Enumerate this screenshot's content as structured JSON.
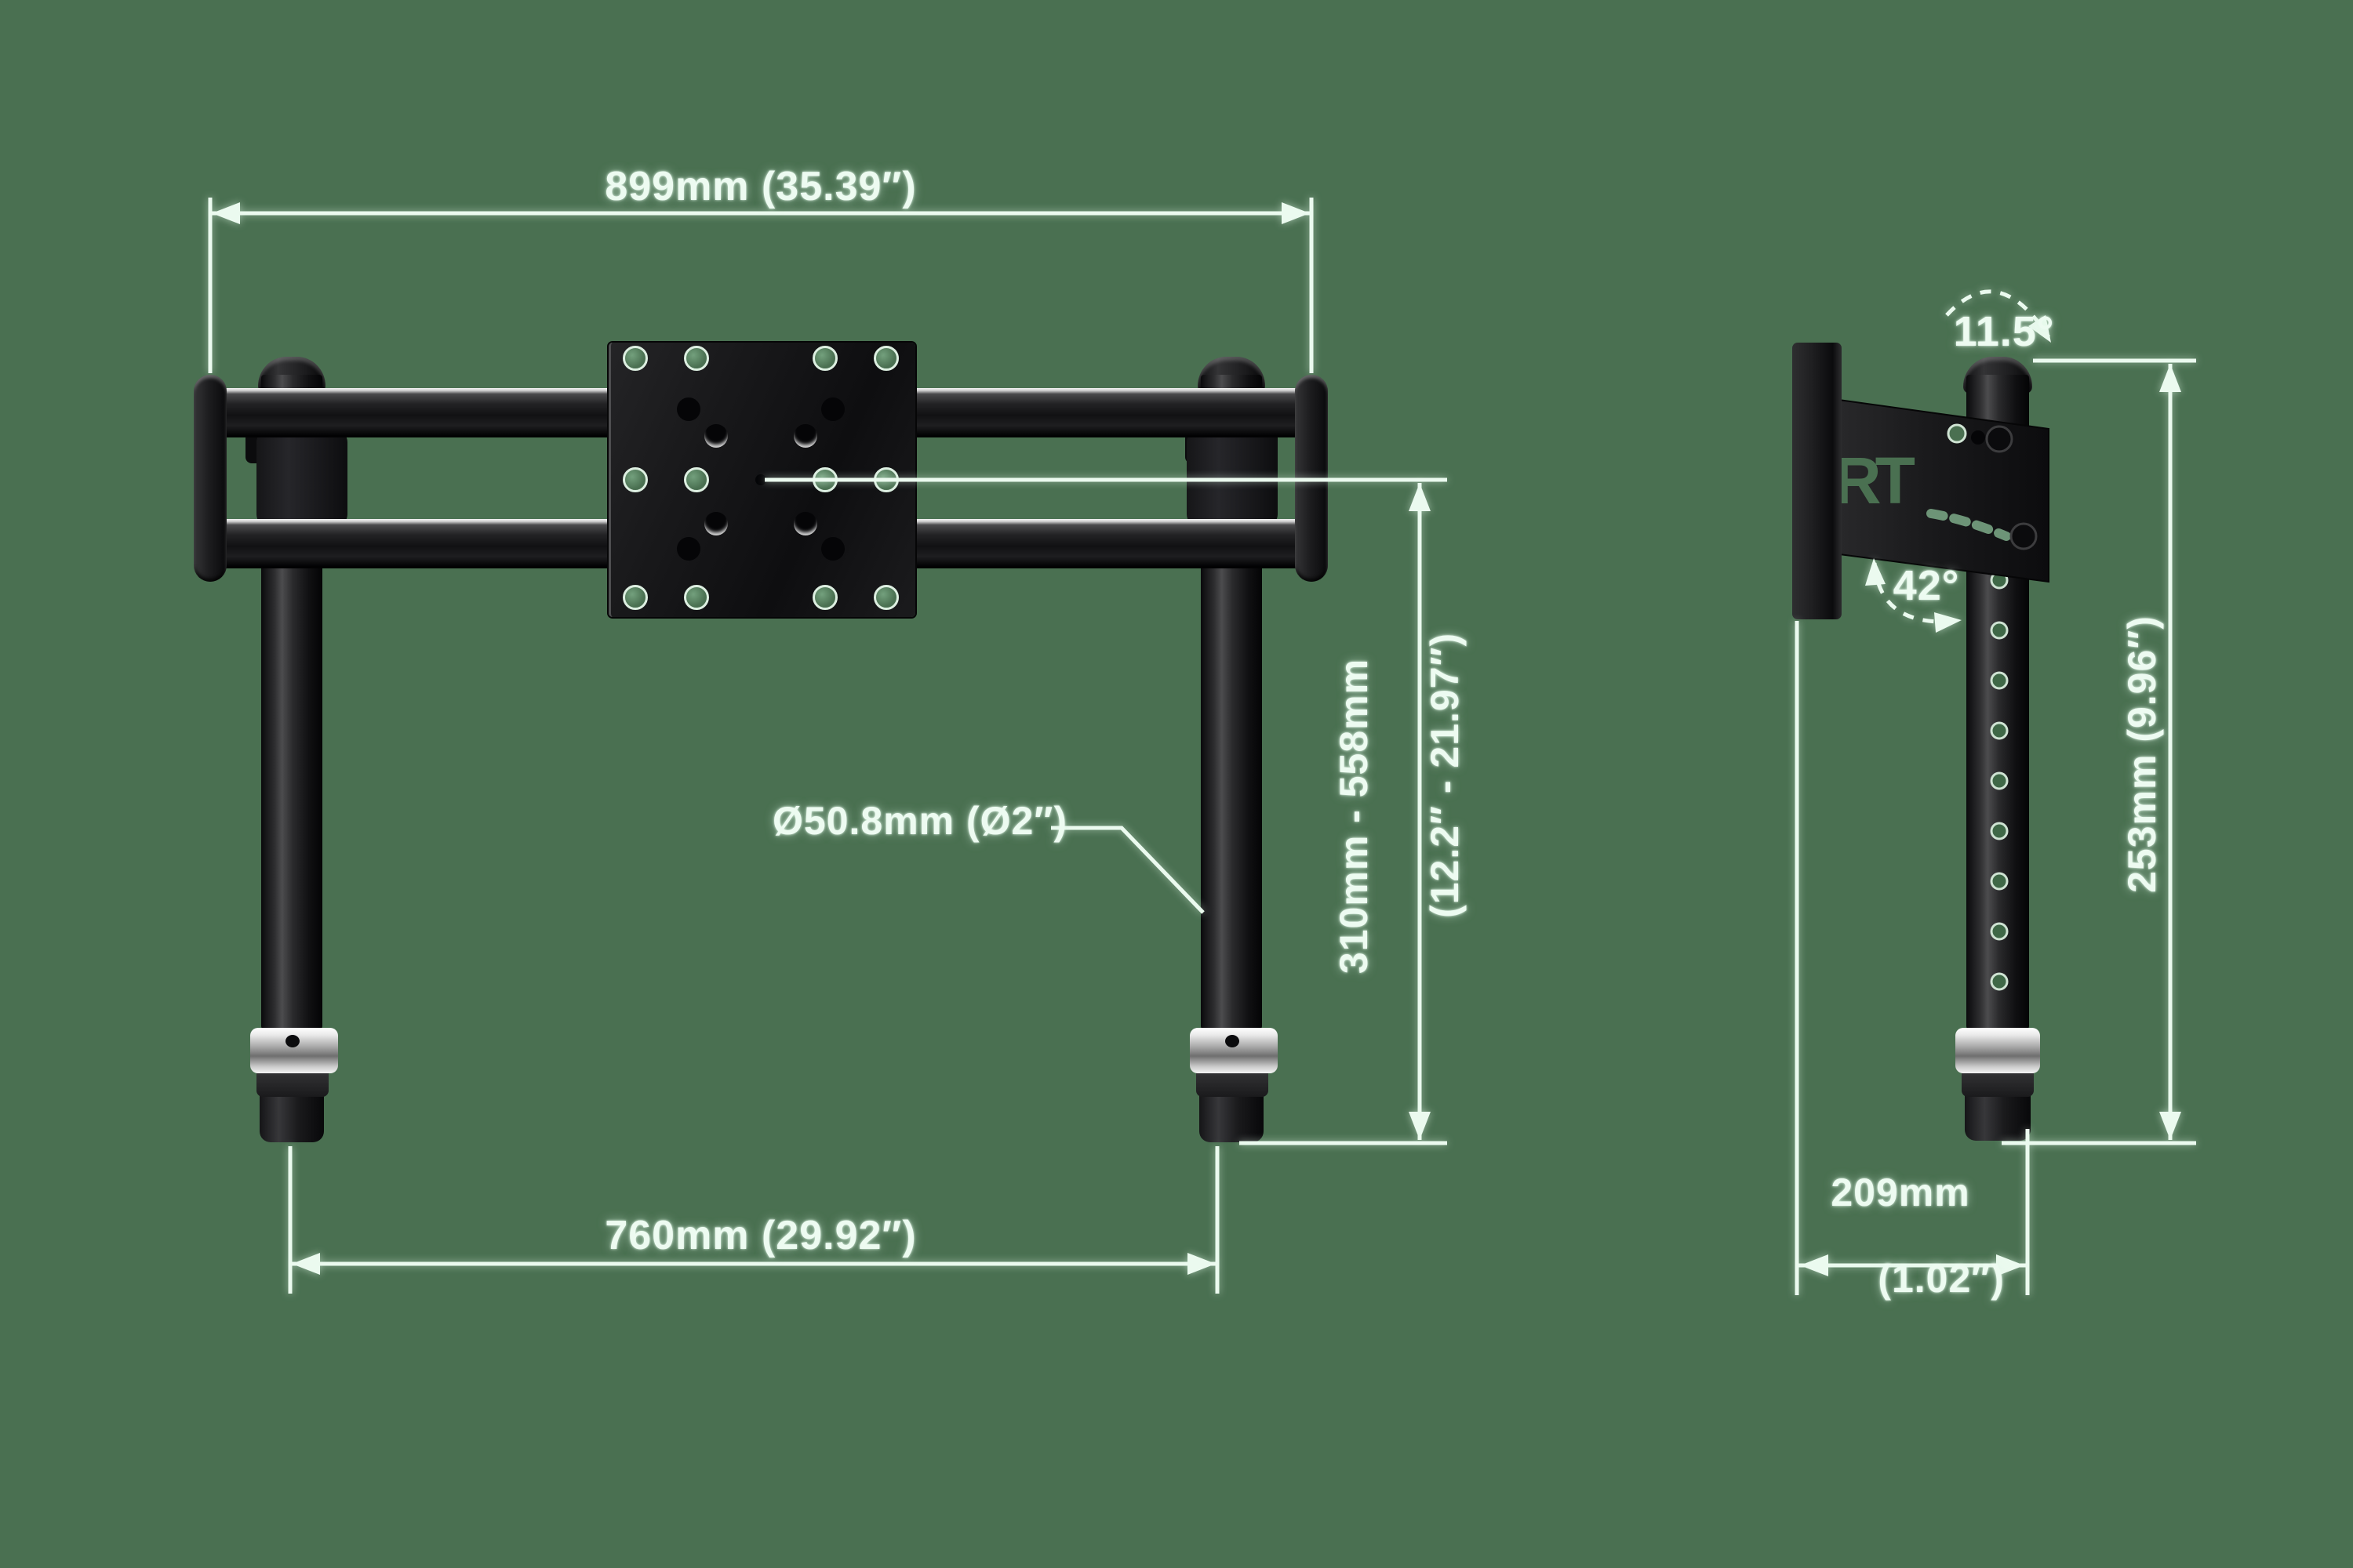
{
  "drawing": {
    "type": "product-dimension-diagram",
    "subject": "dual-pole TV mount bracket, front and side orthographic views"
  },
  "colors": {
    "background": "#4a7051",
    "dimension_lines": "#eafaef",
    "hardware_black": "#121214",
    "collar_silver": "#d8d8d8"
  },
  "front_view": {
    "width_dim": "899mm (35.39″)",
    "pole_spacing_dim": "760mm (29.92″)",
    "height_range_dim_line1": "310mm - 558mm",
    "height_range_dim_line2": "(12.2″ - 21.97″)",
    "pole_diameter_dim": "Ø50.8mm (Ø2″)"
  },
  "side_view": {
    "tilt_angle": "11.5°",
    "swivel_angle": "42°",
    "pole_height_dim": "253mm (9.96″)",
    "depth_dim_line1": "209mm",
    "depth_dim_line2": "(1.02″)",
    "logo_text": "RT"
  }
}
